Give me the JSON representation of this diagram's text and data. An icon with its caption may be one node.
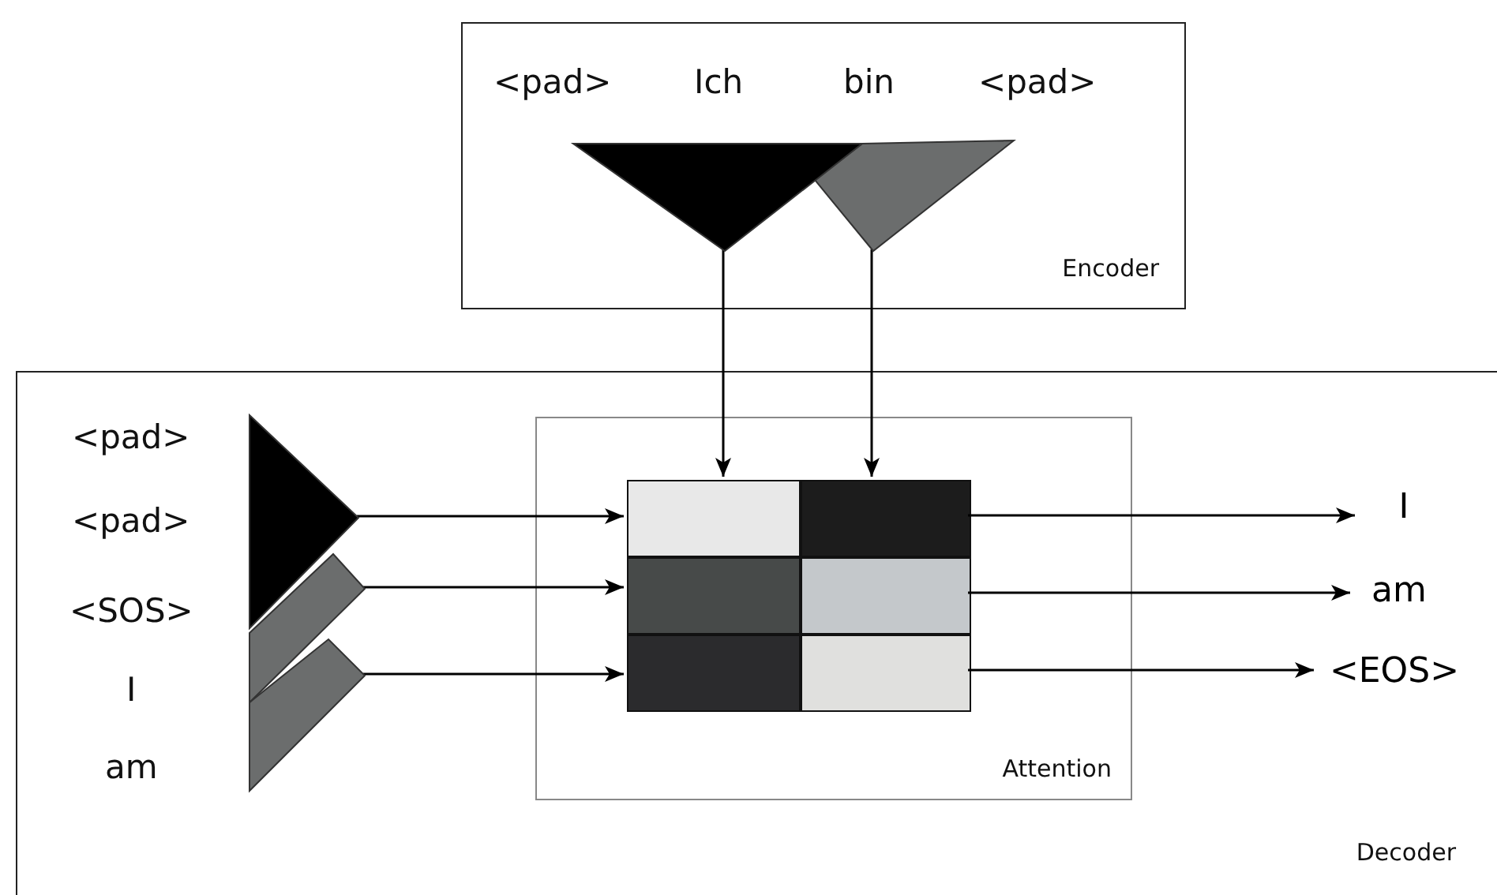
{
  "diagram": {
    "nodes": [
      {
        "text": [
          "Encoder"
        ]
      },
      {
        "text": [],
        "shape": "triangle",
        "in": 0
      },
      {
        "text": [],
        "shape": "triangle",
        "in": 0
      },
      {
        "text": [
          "Decoder"
        ]
      },
      {
        "text": [],
        "shape": "triangle",
        "in": 3
      },
      {
        "text": [],
        "shape": "triangle",
        "in": 3
      },
      {
        "text": [],
        "shape": "triangle",
        "in": 3
      },
      {
        "text": [
          "Attention"
        ],
        "in": 3
      },
      {
        "text": [],
        "shape": "box",
        "in": 7
      },
      {
        "text": [],
        "shape": "box",
        "in": 7
      },
      {
        "text": [],
        "shape": "box",
        "in": 7
      },
      {
        "text": [],
        "shape": "box",
        "in": 7
      },
      {
        "text": [],
        "shape": "box",
        "in": 7
      },
      {
        "text": [],
        "shape": "box",
        "in": 7
      },
      {
        "text": [
          "I"
        ],
        "in": 3
      },
      {
        "text": [
          "am"
        ],
        "in": 3
      },
      {
        "text": [
          "<EOS>"
        ],
        "in": 3
      }
    ],
    "edges": [
      {
        "from": 1,
        "to": 8,
        "arrow": "to"
      },
      {
        "from": 2,
        "to": 9,
        "arrow": "to"
      },
      {
        "from": 4,
        "to": 8,
        "arrow": "to"
      },
      {
        "from": 5,
        "to": 10,
        "arrow": "to"
      },
      {
        "from": 6,
        "to": 12,
        "arrow": "to"
      },
      {
        "from": 9,
        "to": 14,
        "arrow": "to"
      },
      {
        "from": 11,
        "to": 15,
        "arrow": "to"
      },
      {
        "from": 13,
        "to": 16,
        "arrow": "to"
      }
    ],
    "labels": [
      "<pad>",
      "Ich",
      "bin",
      "<pad>",
      "<pad>",
      "<pad>",
      "<SOS>",
      "I",
      "am"
    ]
  }
}
